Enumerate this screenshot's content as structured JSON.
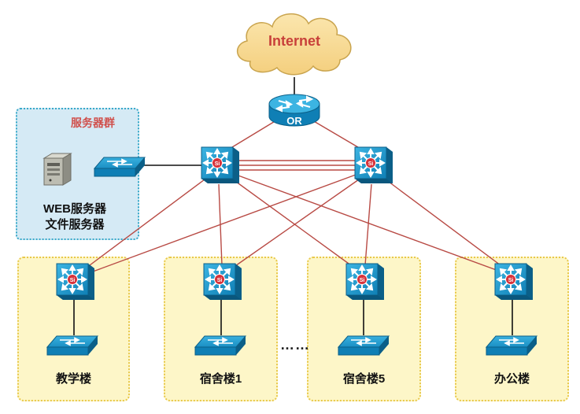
{
  "internet_label": "Internet",
  "router_label": "OR",
  "server_group": {
    "title": "服务器群",
    "line1": "WEB服务器",
    "line2": "文件服务器"
  },
  "buildings": [
    {
      "label": "教学楼"
    },
    {
      "label": "宿舍楼1"
    },
    {
      "label": "宿舍楼5"
    },
    {
      "label": "办公楼"
    }
  ],
  "ellipsis": "……",
  "colors": {
    "link_red": "#b84a44",
    "link_black": "#111111",
    "device_blue": "#1a8fc4",
    "zone_yellow": "#fdf6c8",
    "zone_blue": "#d5eaf5"
  }
}
